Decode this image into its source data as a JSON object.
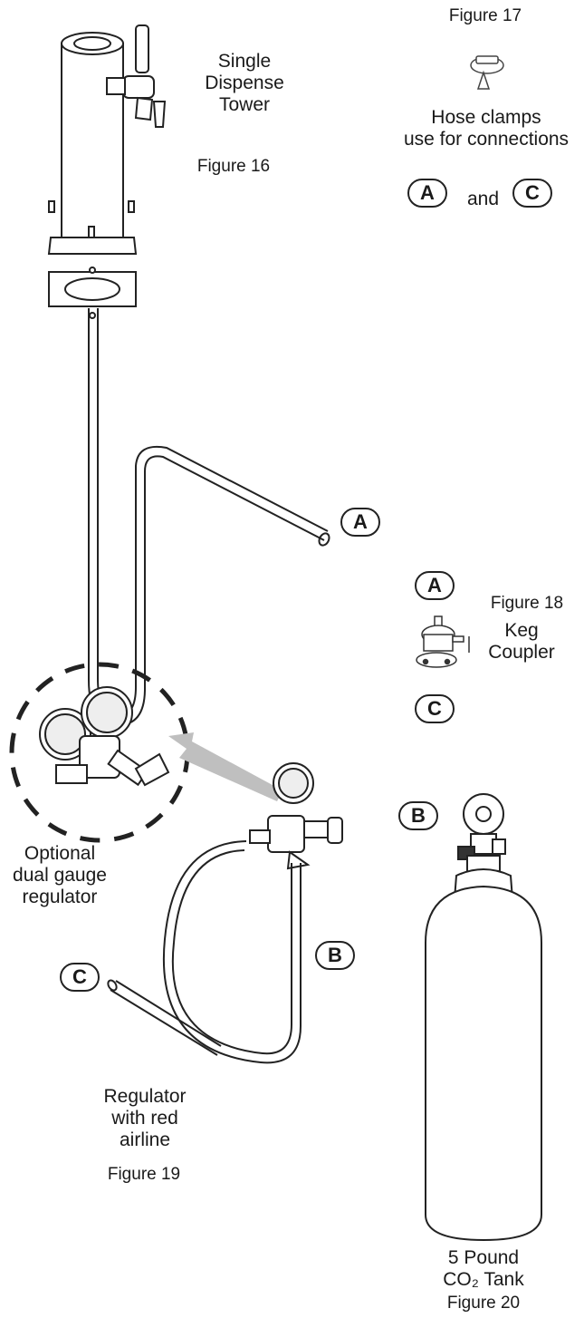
{
  "tower": {
    "lines": [
      "Single",
      "Dispense",
      "Tower"
    ],
    "figure": "Figure 16"
  },
  "clamps": {
    "figure": "Figure 17",
    "lines": [
      "Hose clamps",
      "use for connections"
    ],
    "letters": [
      "A",
      "C"
    ],
    "and": "and"
  },
  "coupler": {
    "figure": "Figure 18",
    "lines": [
      "Keg",
      "Coupler"
    ],
    "letters": [
      "A",
      "C"
    ]
  },
  "optional": {
    "lines": [
      "Optional",
      "dual gauge",
      "regulator"
    ]
  },
  "regulator": {
    "lines": [
      "Regulator",
      "with red",
      "airline"
    ],
    "figure": "Figure 19"
  },
  "tank": {
    "lines": [
      "5 Pound",
      "CO₂ Tank"
    ],
    "figure": "Figure 20"
  },
  "connection_labels": {
    "tube_end": "A",
    "regulator_end": "B",
    "tank_valve": "B",
    "airline_end": "C"
  }
}
